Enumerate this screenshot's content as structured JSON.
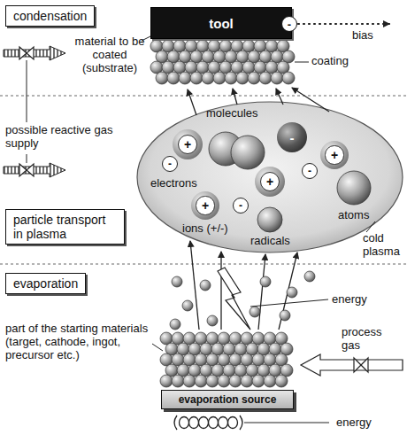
{
  "diagram": {
    "nodes": [
      {
        "text": [
          "condensation"
        ]
      },
      {
        "text": [
          "tool"
        ]
      },
      {
        "text": [
          "-"
        ]
      },
      {
        "text": [
          "+"
        ]
      },
      {
        "text": [
          "-"
        ]
      },
      {
        "text": [
          "+"
        ]
      },
      {
        "text": [
          "-"
        ]
      },
      {
        "text": [
          "-"
        ]
      },
      {
        "text": [
          "+"
        ]
      },
      {
        "text": [
          "-"
        ]
      },
      {
        "text": [
          "+"
        ]
      },
      {
        "text": [
          "particle transport in plasma"
        ]
      },
      {
        "text": [
          "evaporation"
        ]
      },
      {
        "text": [
          "evaporation source"
        ]
      }
    ],
    "labels": [
      "bias",
      "material to be coated (substrate)",
      "coating",
      "possible reactive gas supply",
      "molecules",
      "electrons",
      "ions (+/-)",
      "radicals",
      "atoms",
      "cold plasma",
      "energy",
      "part of the starting materials (target, cathode, ingot, precursor etc.)",
      "process gas",
      "energy"
    ]
  }
}
